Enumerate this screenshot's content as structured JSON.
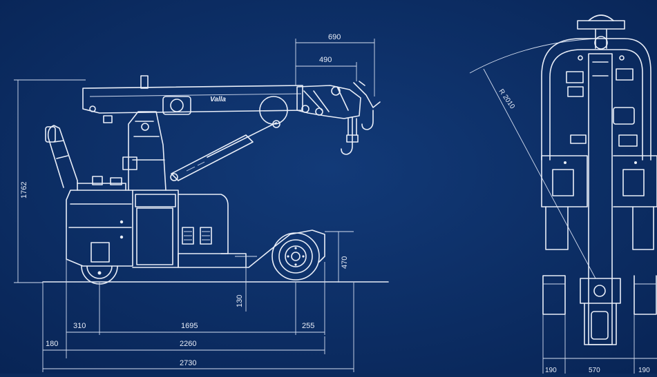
{
  "palette": {
    "background": "#0b2a5c",
    "line": "#e9eef8"
  },
  "side_view": {
    "brand_label": "Valla",
    "dimensions": {
      "overall_height": "1762",
      "jib_overhang_outer": "690",
      "jib_overhang_inner": "490",
      "wheel_height": "470",
      "ground_clearance": "130",
      "rear_overhang": "310",
      "wheelbase": "1695",
      "front_overhang": "255",
      "base_length": "180",
      "length_mid": "2260",
      "length_total": "2730"
    }
  },
  "front_view": {
    "dimensions": {
      "radius": "R 2010",
      "width_left": "190",
      "width_center": "570",
      "width_right": "190"
    }
  }
}
